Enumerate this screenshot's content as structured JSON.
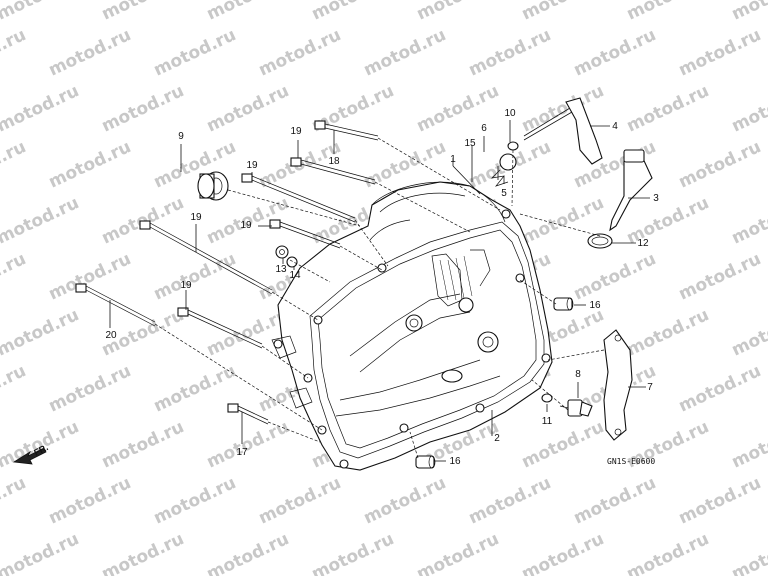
{
  "watermark": "motod.ru",
  "diagram_code": "GN1S-E0600",
  "direction_label": "FR.",
  "parts": [
    {
      "label": "1"
    },
    {
      "label": "2"
    },
    {
      "label": "3"
    },
    {
      "label": "4"
    },
    {
      "label": "5"
    },
    {
      "label": "6"
    },
    {
      "label": "7"
    },
    {
      "label": "8"
    },
    {
      "label": "9"
    },
    {
      "label": "10"
    },
    {
      "label": "11"
    },
    {
      "label": "12"
    },
    {
      "label": "13"
    },
    {
      "label": "14"
    },
    {
      "label": "15"
    },
    {
      "label": "16"
    },
    {
      "label": "16"
    },
    {
      "label": "17"
    },
    {
      "label": "18"
    },
    {
      "label": "19"
    },
    {
      "label": "19"
    },
    {
      "label": "19"
    },
    {
      "label": "19"
    },
    {
      "label": "19"
    },
    {
      "label": "20"
    }
  ]
}
